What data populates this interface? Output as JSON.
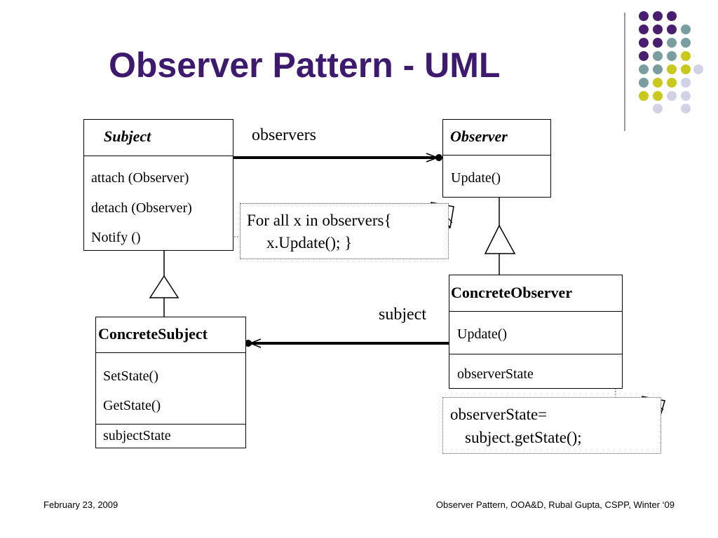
{
  "slide": {
    "title": "Observer Pattern - UML",
    "footer_left": "February 23, 2009",
    "footer_right": "Observer Pattern, OOA&D, Rubal Gupta, CSPP, Winter ‘09"
  },
  "subject": {
    "name": "Subject",
    "ops": [
      "attach (Observer)",
      "detach (Observer)",
      "Notify ()"
    ]
  },
  "observer": {
    "name": "Observer",
    "ops": [
      "Update()"
    ]
  },
  "concrete_subject": {
    "name": "ConcreteSubject",
    "ops": [
      "SetState()",
      "GetState()"
    ],
    "attrs": [
      "subjectState"
    ]
  },
  "concrete_observer": {
    "name": "ConcreteObserver",
    "ops": [
      "Update()"
    ],
    "attrs": [
      "observerState"
    ]
  },
  "associations": {
    "observers_label": "observers",
    "subject_label": "subject"
  },
  "notes": {
    "notify_line1": "For all x in observers{",
    "notify_line2": "x.Update(); }",
    "update_line1": "observerState=",
    "update_line2": "subject.getState();"
  },
  "colors": {
    "title": "#3d1a6e",
    "dot_purple": "#4a1e6e",
    "dot_teal": "#7a9e9f",
    "dot_yellow": "#c8c81e",
    "dot_lavender": "#d2d2e6"
  }
}
